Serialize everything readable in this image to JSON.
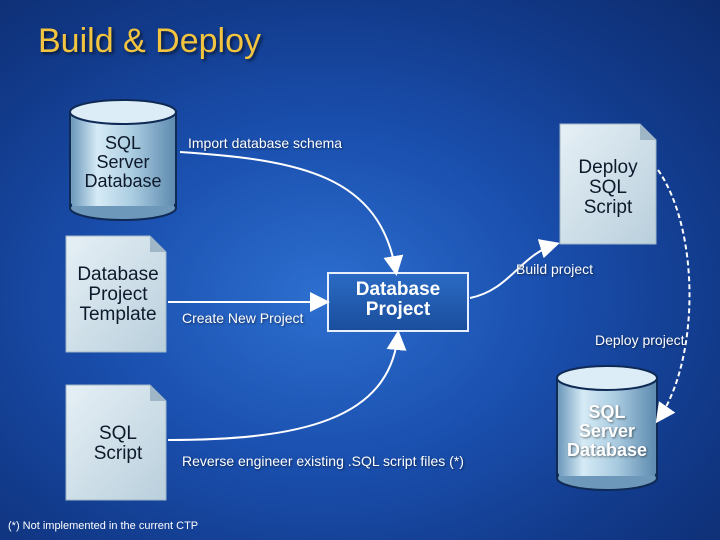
{
  "slide": {
    "title": "Build & Deploy",
    "footnote": "(*) Not implemented in the current CTP"
  },
  "sources": {
    "sql_server_database": "SQL\nServer\nDatabase",
    "database_project_template": "Database\nProject\nTemplate",
    "sql_script": "SQL\nScript"
  },
  "center": {
    "database_project": "Database\nProject"
  },
  "targets": {
    "deploy_sql_script": "Deploy\nSQL\nScript",
    "sql_server_database": "SQL\nServer\nDatabase"
  },
  "actions": {
    "import_schema": "Import database schema",
    "create_project": "Create New Project",
    "reverse_engineer": "Reverse engineer existing .SQL script files (*)",
    "build_project": "Build project",
    "deploy_project": "Deploy project"
  },
  "colors": {
    "title": "#f3c440",
    "background": "#1a4fae",
    "document_fill": "#cfe0ea",
    "cylinder_fill": "#bcd9ea"
  }
}
